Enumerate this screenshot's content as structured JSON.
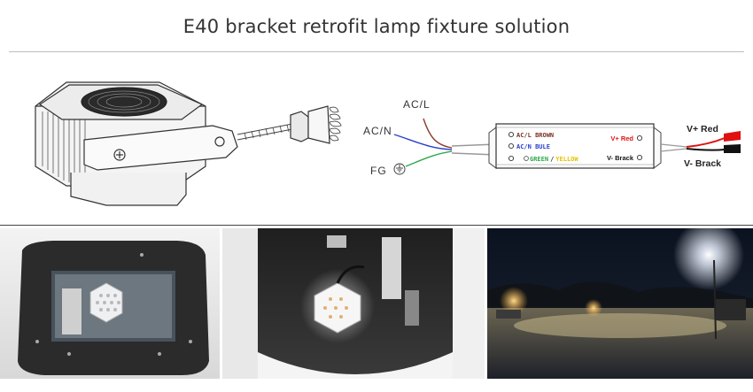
{
  "page": {
    "title": "E40 bracket retrofit lamp fixture solution"
  },
  "wiring": {
    "input_labels": {
      "ac_l": "AC/L",
      "ac_n": "AC/N",
      "fg": "FG"
    },
    "driver_terminals": {
      "ac_l": "AC/L BROWN",
      "ac_n": "AC/N BULE",
      "fg_green": "GREEN",
      "fg_sep": "/",
      "fg_yellow": "YELLOW",
      "v_plus": "V+ Red",
      "v_minus": "V- Brack"
    },
    "output_labels": {
      "v_plus": "V+ Red",
      "v_minus": "V- Brack"
    },
    "colors": {
      "brown": "#8b3a2a",
      "blue": "#2a3fd0",
      "green": "#2fa84a",
      "yellow": "#e6c200",
      "red": "#e01010",
      "black": "#111111"
    }
  }
}
